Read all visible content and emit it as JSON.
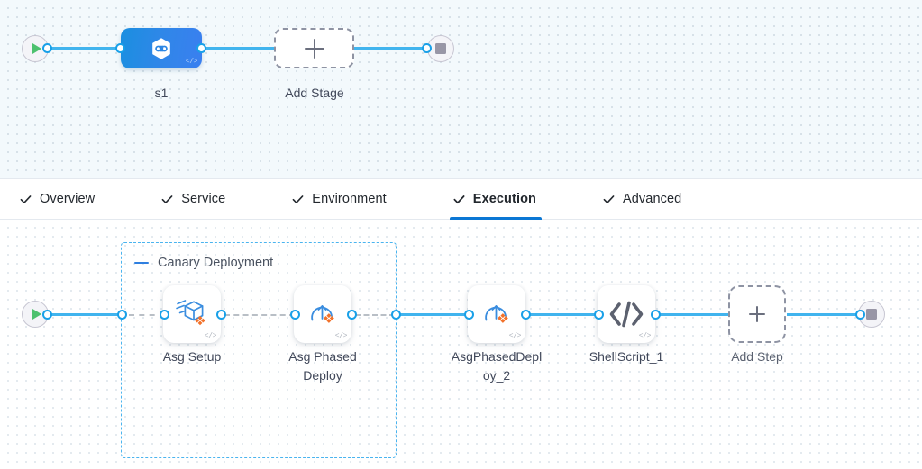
{
  "stage_canvas": {
    "start_node": {
      "name": "pipeline-start",
      "icon": "play-icon"
    },
    "end_node": {
      "name": "pipeline-end",
      "icon": "stop-icon"
    },
    "stage": {
      "label": "s1",
      "icon": "infinity-hexagon-icon",
      "badge": "</>"
    },
    "add_stage": {
      "label": "Add Stage",
      "icon": "plus-icon"
    }
  },
  "tabs": [
    {
      "label": "Overview",
      "icon": "check-icon",
      "active": false
    },
    {
      "label": "Service",
      "icon": "check-icon",
      "active": false
    },
    {
      "label": "Environment",
      "icon": "check-icon",
      "active": false
    },
    {
      "label": "Execution",
      "icon": "check-icon",
      "active": true
    },
    {
      "label": "Advanced",
      "icon": "check-icon",
      "active": false
    }
  ],
  "steps_canvas": {
    "start_node": {
      "name": "execution-start",
      "icon": "play-icon"
    },
    "end_node": {
      "name": "execution-end",
      "icon": "stop-icon"
    },
    "group": {
      "title": "Canary Deployment",
      "collapse_icon": "minus-icon"
    },
    "steps": [
      {
        "label": "Asg Setup",
        "icon": "asg-setup-cube-icon",
        "badge": "</>"
      },
      {
        "label": "Asg Phased\nDeploy",
        "icon": "asg-phased-deploy-icon",
        "badge": "</>"
      },
      {
        "label": "AsgPhasedDepl\noy_2",
        "icon": "asg-phased-deploy-icon",
        "badge": "</>"
      },
      {
        "label": "ShellScript_1",
        "icon": "code-brackets-icon",
        "badge": "</>"
      }
    ],
    "add_step": {
      "label": "Add Step",
      "icon": "plus-icon"
    }
  },
  "colors": {
    "edge": "#41b4ee",
    "connector": "#19a0e8",
    "group_border": "#4ab4ef",
    "accent": "#0b77d4",
    "stage_gradient_from": "#1a8fe0",
    "stage_gradient_to": "#3a7ff0",
    "orange": "#f2722b",
    "play_green": "#4dc16e",
    "stop_gray": "#9896a6",
    "dashed_gray": "#8e93a3",
    "canvas_top_bg": "#f3f9fc",
    "canvas_bottom_bg": "#ffffff"
  }
}
